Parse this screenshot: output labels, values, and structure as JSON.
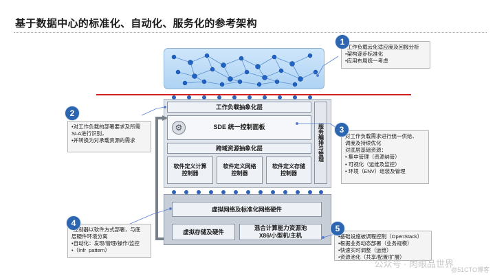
{
  "title": "基于数据中心的标准化、自动化、服务化的参考架构",
  "stack": {
    "workload_layer": "工作负载抽象化层",
    "sde_panel": "SDE 统一控制面板",
    "cross_resource_layer": "跨域资源抽象化层",
    "controllers": [
      "软件定义计算\n控制器",
      "软件定义网络\n控制器",
      "软件定义存储\n控制器"
    ],
    "side_label": "服务编排与管理"
  },
  "bottom": {
    "virtual_network": "虚拟网络及标准化网络硬件",
    "virtual_storage": "虚拟存储及硬件",
    "mixed_compute": "混合计算能力资源池\nX86/小型机/主机"
  },
  "callouts": [
    {
      "num": "1",
      "lines": [
        "•工作负载云化适应度及回报分析",
        "•架构逐步标准化",
        "•应用布局统一考虑"
      ]
    },
    {
      "num": "2",
      "lines": [
        "•对工作负载的部署要求及所需",
        "SLA进行识别，",
        "•并转换为对承载资源的需求"
      ]
    },
    {
      "num": "3",
      "lines": [
        "对工作负载需求进行统一供给、",
        "调度及持续优化",
        "",
        "对底层基础资源：",
        "• 集中管理（资源纳管）",
        "• 可视化（运维及监控）",
        "• 环境（ENV）组装及管理"
      ]
    },
    {
      "num": "4",
      "lines": [
        "•控制器以软件方式部署，与底",
        "层硬件环境分离",
        "•自动化：发现/管理/操作/监控",
        "•（Infr  pattern）"
      ]
    },
    {
      "num": "5",
      "lines": [
        "•基础设施被调程控制（OpenStack）",
        "•根据业务动态部署（业务规模）",
        "•快速实时调整（运维）",
        "•资源池化（共享/配置/扩展）"
      ]
    }
  ],
  "watermark": "公众号 · 肉眼品世界",
  "watermark2": "@51CTO博客",
  "colors": {
    "accent": "#2d66b0",
    "red_line": "#d21f1f",
    "cloud": "#bfdcf6"
  }
}
